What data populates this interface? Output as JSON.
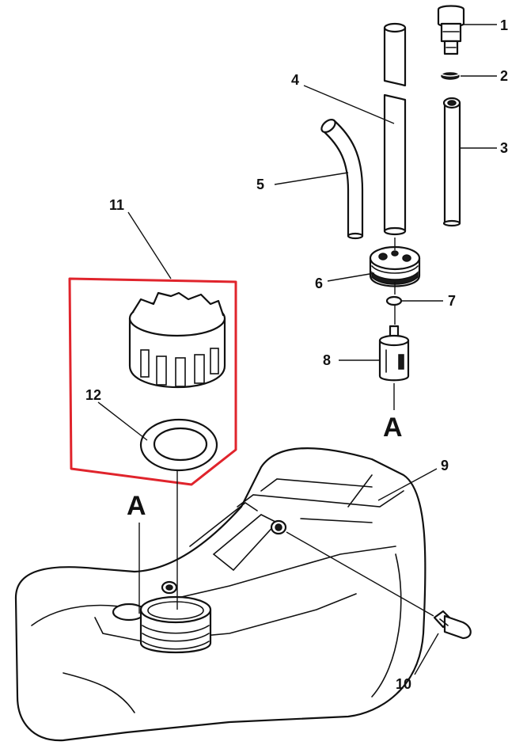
{
  "callouts": [
    "1",
    "2",
    "3",
    "4",
    "5",
    "6",
    "7",
    "8",
    "9",
    "10",
    "11",
    "12"
  ],
  "section_marker": "A",
  "colors": {
    "line": "#111111",
    "kit_outline": "#e0242c",
    "background": "#ffffff"
  }
}
